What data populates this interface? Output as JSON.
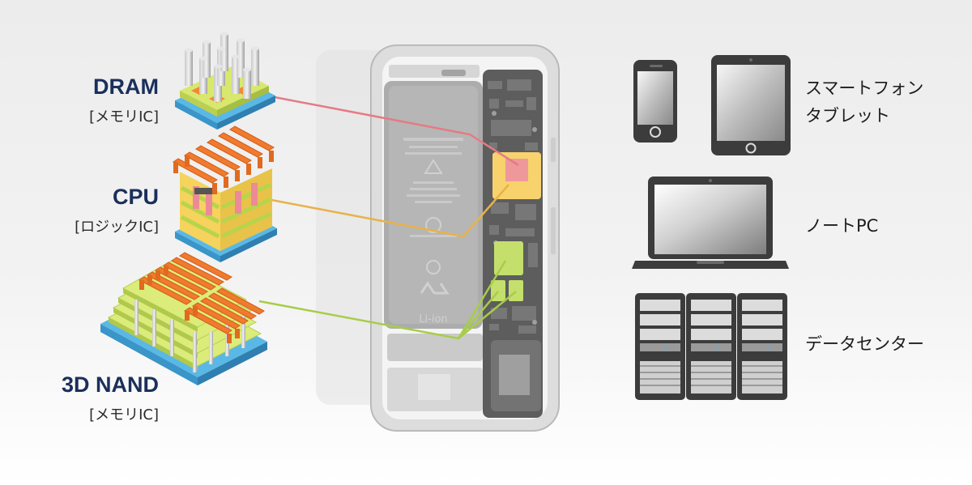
{
  "chips": {
    "dram": {
      "title": "DRAM",
      "subtitle": "[メモリIC]"
    },
    "cpu": {
      "title": "CPU",
      "subtitle": "[ロジックIC]"
    },
    "nand": {
      "title": "3D NAND",
      "subtitle": "[メモリIC]"
    }
  },
  "devices": {
    "mobile_line1": "スマートフォン",
    "mobile_line2": "タブレット",
    "laptop": "ノートPC",
    "datacenter": "データセンター"
  },
  "battery_label": "Li-ion",
  "colors": {
    "dram_line": "#e57a84",
    "cpu_line": "#e8b24a",
    "nand_line": "#a8cc4a",
    "title_navy": "#1b2f5b"
  }
}
